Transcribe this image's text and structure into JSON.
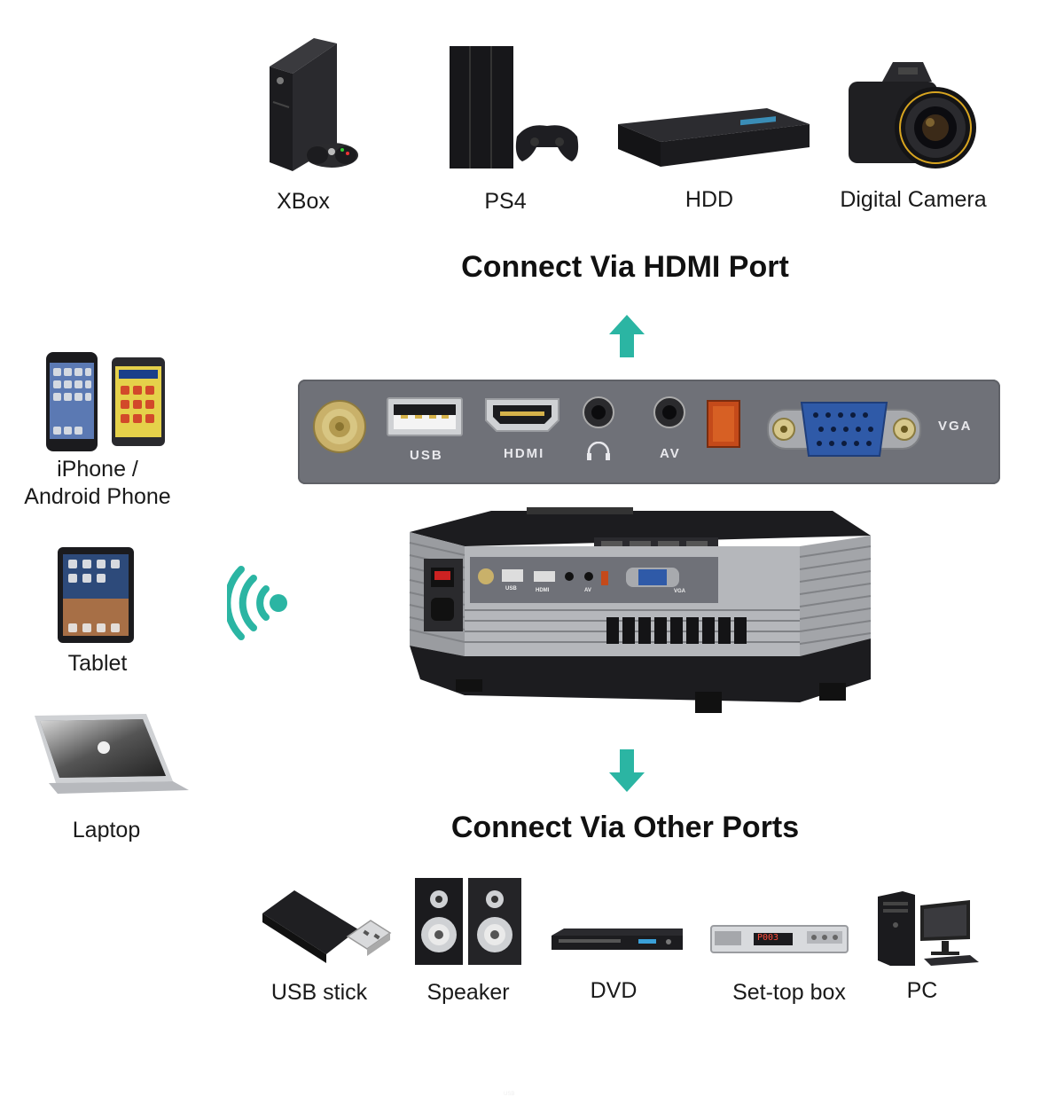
{
  "top_devices": [
    {
      "label": "XBox",
      "icon": "xbox-console-icon"
    },
    {
      "label": "PS4",
      "icon": "ps4-console-icon"
    },
    {
      "label": "HDD",
      "icon": "hdd-box-icon"
    },
    {
      "label": "Digital Camera",
      "icon": "dslr-camera-icon"
    }
  ],
  "hdmi_heading": "Connect Via HDMI Port",
  "other_heading": "Connect Via Other Ports",
  "ports": {
    "usb": "USB",
    "hdmi": "HDMI",
    "av": "AV",
    "vga": "VGA"
  },
  "mini_ports": {
    "usb": "USB",
    "hdmi": "HDMI",
    "av": "AV",
    "vga": "VGA"
  },
  "wireless_devices": [
    {
      "label_line1": "iPhone /",
      "label_line2": "Android Phone",
      "icon": "smartphones-icon"
    },
    {
      "label": "Tablet",
      "icon": "tablet-icon"
    },
    {
      "label": "Laptop",
      "icon": "laptop-icon"
    }
  ],
  "bottom_devices": [
    {
      "label": "USB stick",
      "icon": "usb-stick-icon"
    },
    {
      "label": "Speaker",
      "icon": "speaker-icon"
    },
    {
      "label": "DVD",
      "icon": "dvd-player-icon"
    },
    {
      "label": "Set-top box",
      "icon": "settop-box-icon"
    },
    {
      "label": "PC",
      "icon": "pc-icon"
    }
  ],
  "settop_display": "P003",
  "colors": {
    "accent": "#2bb5a3",
    "panel": "#6f7178",
    "dark": "#1f1f22"
  }
}
